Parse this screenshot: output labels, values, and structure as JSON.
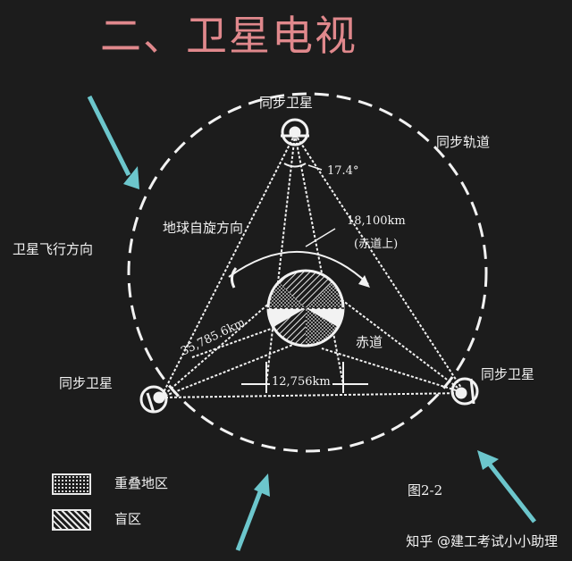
{
  "title": "二、卫星电视",
  "labels": {
    "top_satellite": "同步卫星",
    "left_satellite": "同步卫星",
    "right_satellite": "同步卫星",
    "orbit": "同步轨道",
    "satellite_direction": "卫星飞行方向",
    "earth_rotation": "地球自旋方向",
    "angle": "17.4°",
    "distance_equator": "18,100km",
    "distance_equator_note": "(赤道上)",
    "slant_distance": "35,785.6km",
    "earth_diameter": "12,756km",
    "equator": "赤道",
    "figure_number": "图2-2"
  },
  "legend": [
    {
      "label": "重叠地区"
    },
    {
      "label": "盲区"
    }
  ],
  "watermark": "知乎 @建工考试小小助理",
  "colors": {
    "background": "#1c1c1c",
    "title": "#e0888c",
    "lines": "#f2f2f2",
    "arrow": "#6cc6cc"
  }
}
